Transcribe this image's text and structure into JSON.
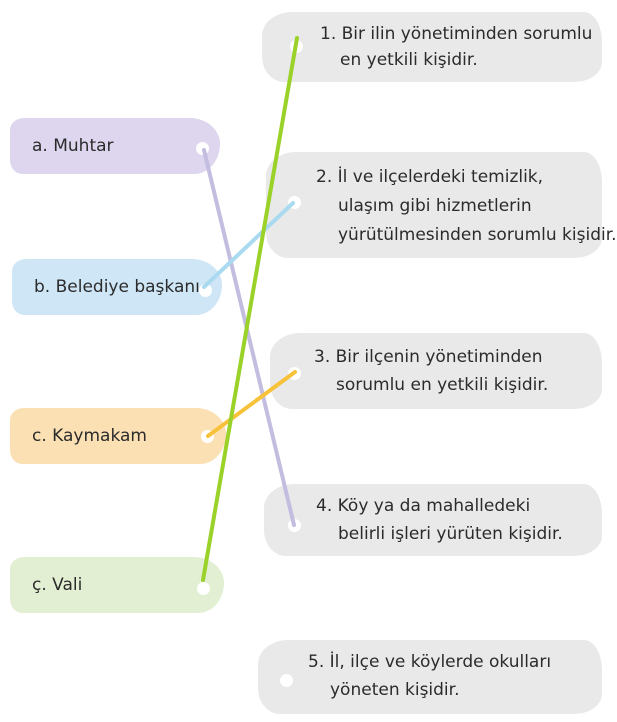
{
  "left_items": [
    {
      "label": "a. Muhtar",
      "color": "#ddd6ee"
    },
    {
      "label": "b. Belediye başkanı",
      "color": "#cfe6f6"
    },
    {
      "label": "c. Kaymakam",
      "color": "#fbe0b4"
    },
    {
      "label": "ç. Vali",
      "color": "#e2efd2"
    }
  ],
  "right_items": [
    {
      "lines": [
        "1. Bir ilin yönetiminden sorumlu",
        "en yetkili kişidir."
      ]
    },
    {
      "lines": [
        "2. İl ve ilçelerdeki temizlik,",
        "ulaşım gibi hizmetlerin",
        "yürütülmesinden sorumlu kişidir."
      ]
    },
    {
      "lines": [
        "3. Bir ilçenin yönetiminden",
        "sorumlu en yetkili kişidir."
      ]
    },
    {
      "lines": [
        "4. Köy ya da mahalledeki",
        "belirli işleri yürüten kişidir."
      ]
    },
    {
      "lines": [
        "5. İl, ilçe ve köylerde okulları",
        "yöneten kişidir."
      ]
    }
  ],
  "connections": [
    {
      "from": "a. Muhtar",
      "to": "4",
      "color": "#c3bde0"
    },
    {
      "from": "b. Belediye başkanı",
      "to": "2",
      "color": "#a9daf0"
    },
    {
      "from": "c. Kaymakam",
      "to": "3",
      "color": "#f7c23a"
    },
    {
      "from": "ç. Vali",
      "to": "1",
      "color": "#9bd22a"
    }
  ]
}
